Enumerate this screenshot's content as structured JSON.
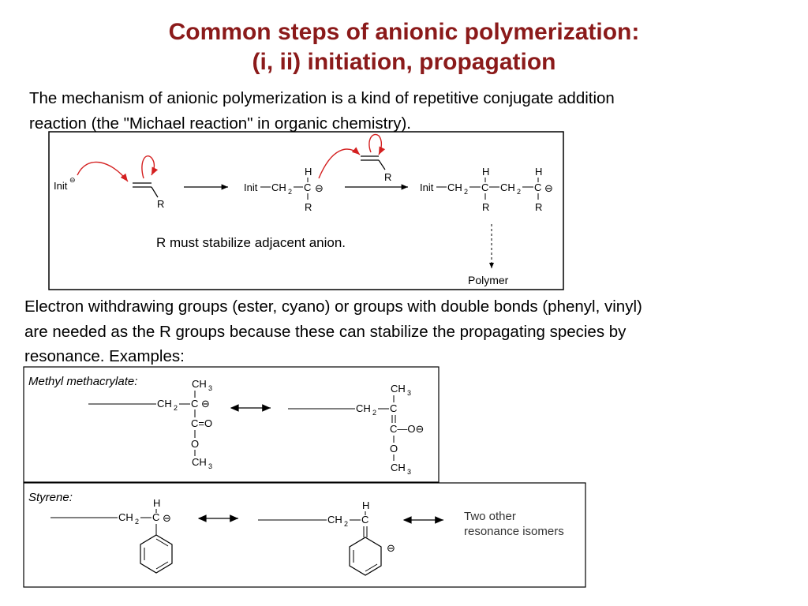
{
  "slide": {
    "title_line1": "Common steps of anionic polymerization:",
    "title_line2": "(i, ii) initiation, propagation",
    "intro_line1": "The mechanism of anionic polymerization is a kind of repetitive conjugate addition",
    "intro_line2": "reaction (the \"Michael reaction\" in organic chemistry).",
    "explain_line1": "Electron withdrawing groups (ester, cyano) or groups with double bonds (phenyl, vinyl)",
    "explain_line2": "are needed as the R groups because these can stabilize the propagating species by",
    "explain_line3": "resonance. Examples:",
    "colors": {
      "title": "#8b1a1a",
      "arrow_red": "#d42020",
      "text": "#000000"
    }
  },
  "mechanism": {
    "init": "Init",
    "init_chain": "Init",
    "ch2": "CH",
    "sub2": "2",
    "c": "C",
    "h": "H",
    "r": "R",
    "minus": "⊖",
    "stabilize_note": "R must stabilize adjacent anion.",
    "polymer": "Polymer"
  },
  "examples": {
    "mma_label": "Methyl methacrylate:",
    "styrene_label": "Styrene:",
    "ch3": "CH",
    "sub3": "3",
    "c_eq_o": "C=O",
    "c_o_minus": "C—O⊖",
    "o": "O",
    "c": "C",
    "two_other_line1": "Two other",
    "two_other_line2": "resonance isomers"
  }
}
